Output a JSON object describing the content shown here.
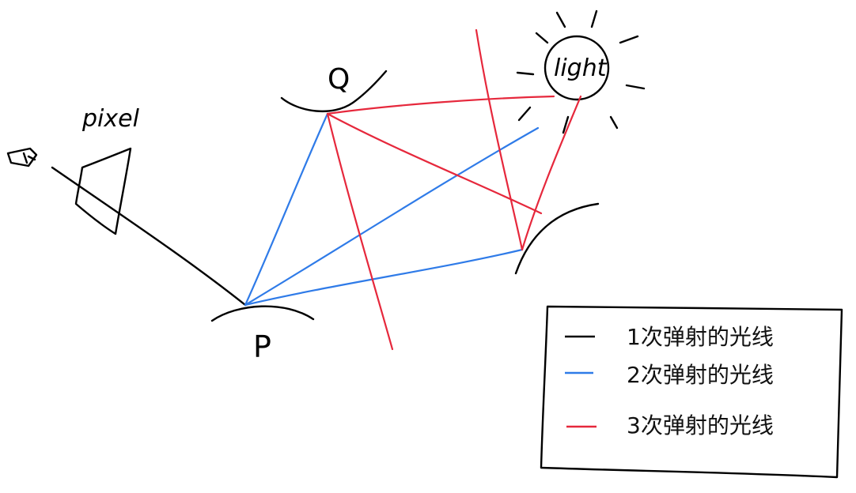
{
  "labels": {
    "pixel": "pixel",
    "q": "Q",
    "p": "P",
    "light": "light"
  },
  "legend": {
    "items": [
      {
        "key": "black",
        "color": "#000000",
        "label": "1次弹射的光线"
      },
      {
        "key": "blue",
        "color": "#2f7be8",
        "label": "2次弹射的光线"
      },
      {
        "key": "red",
        "color": "#e6283c",
        "label": "3次弹射的光线"
      }
    ]
  },
  "colors": {
    "ink": "#000000",
    "blue_ray": "#2f7be8",
    "red_ray": "#e6283c",
    "background": "#ffffff"
  },
  "icons": [
    "eye-icon",
    "sun-icon"
  ]
}
